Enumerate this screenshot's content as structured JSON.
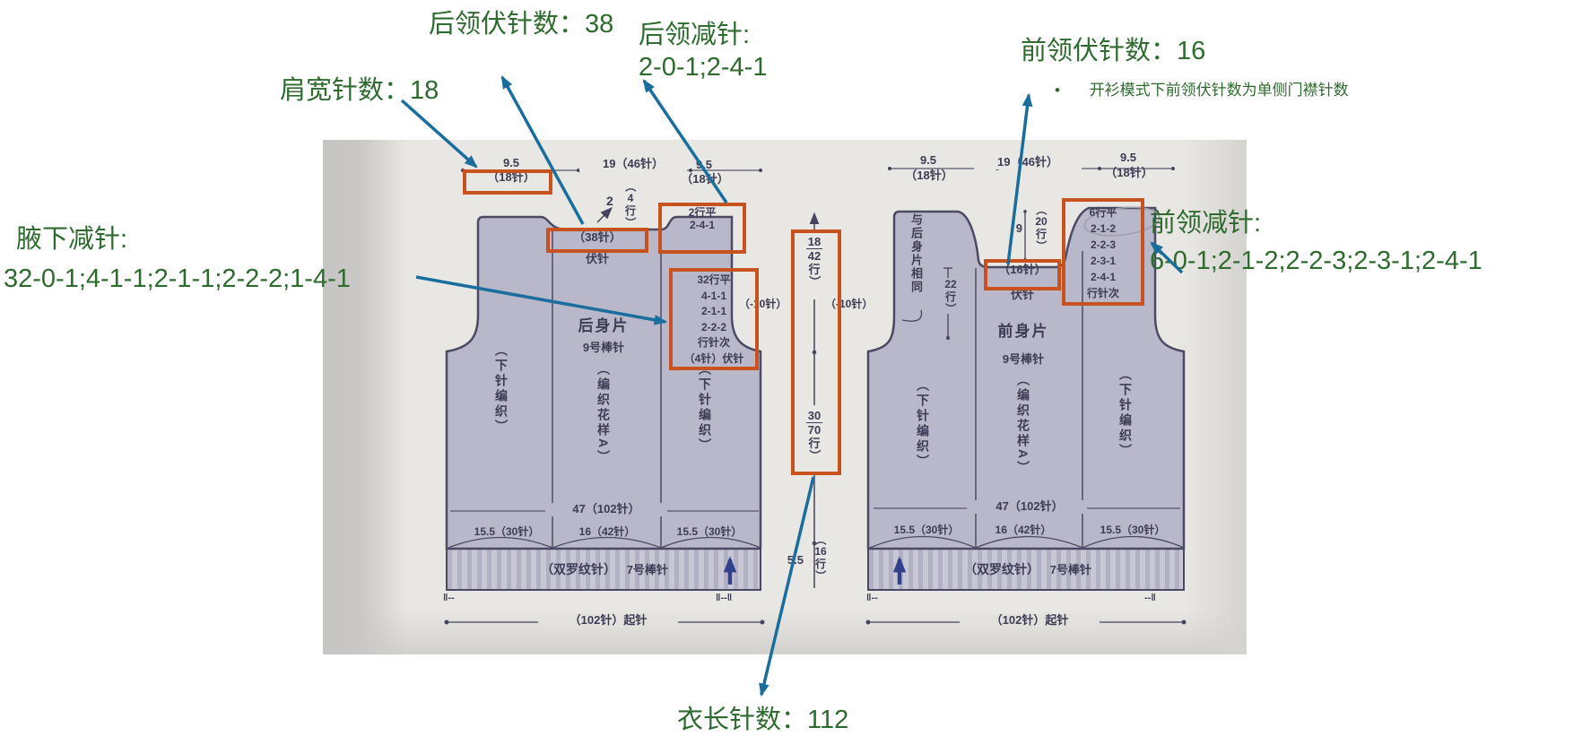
{
  "callouts": {
    "shoulder_width": "肩宽针数：18",
    "back_neck_bindoff": "后领伏针数：38",
    "back_neck_dec_title": "后领减针:",
    "back_neck_dec_value": "2-0-1;2-4-1",
    "front_neck_bindoff": "前领伏针数：16",
    "front_neck_note_bullet": "•",
    "front_neck_note": "开衫模式下前领伏针数为单侧门襟针数",
    "front_neck_dec_title": "前领减针:",
    "front_neck_dec_value": "6-0-1;2-1-2;2-2-3;2-3-1;2-4-1",
    "underarm_dec_title": "腋下减针:",
    "underarm_dec_value": "32-0-1;4-1-1;2-1-1;2-2-2;1-4-1",
    "body_length": "衣长针数：112"
  },
  "glyphs": {
    "open_paren": "（",
    "close_paren": "）"
  },
  "back": {
    "dim_left_cm": "9.5",
    "dim_left_sts": "（18针）",
    "dim_center": "19（46针）",
    "dim_right_cm": "9.5",
    "dim_right_sts": "（18针）",
    "slope_steps": "2",
    "slope_rows_num": "4",
    "slope_rows_unit": "行",
    "neck_sts": "（38针）",
    "neck_bindoff": "伏针",
    "shoulder_dec_1": "2行平",
    "shoulder_dec_2": "2-4-1",
    "armhole_dec": [
      "32行平",
      "4-1-1",
      "2-1-1",
      "2-2-2",
      "行针次",
      "（4针）伏针"
    ],
    "minus_sts": "（-10针）",
    "title": "后身片",
    "needle": "9号棒针",
    "col_left": "（下针编织）",
    "col_center": "（编织花样A）",
    "col_right": "（下针编织）",
    "dim_total": "47（102针）",
    "dim_bottom_left": "15.5（30针）",
    "dim_bottom_center": "16（42针）",
    "dim_bottom_right": "15.5（30针）",
    "rib_stitch": "（双罗纹针）",
    "rib_needle": "7号棒针",
    "mark_left": "‖--",
    "mark_right": "‖--‖",
    "caston": "（102针）起针"
  },
  "front": {
    "dim_left_cm": "9.5",
    "dim_left_sts": "（18针）",
    "dim_center": "19（46针）",
    "dim_right_cm": "9.5",
    "dim_right_sts": "（18针）",
    "same_as_back": "与后身片相同",
    "armhole_rows_num": "22",
    "armhole_rows_unit": "行",
    "neck_depth_cm": "9",
    "neck_rows_num": "20",
    "neck_rows_unit": "行",
    "neck_sts": "（16针）",
    "neck_bindoff": "伏针",
    "shoulder_dec": [
      "6行平",
      "2-1-2",
      "2-2-3",
      "2-3-1",
      "2-4-1",
      "行针次"
    ],
    "minus_sts": "（-10针）",
    "title": "前身片",
    "needle": "9号棒针",
    "col_left": "（下针编织）",
    "col_center": "（编织花样A）",
    "col_right": "（下针编织）",
    "dim_total": "47（102针）",
    "dim_bottom_left": "15.5（30针）",
    "dim_bottom_center": "16（42针）",
    "dim_bottom_right": "15.5（30针）",
    "rib_stitch": "（双罗纹针）",
    "rib_needle": "7号棒针",
    "mark_left": "‖--",
    "mark_right": "--‖",
    "caston": "（102针）起针"
  },
  "ruler": {
    "seg1_cm": "18",
    "seg1_rows": "42",
    "seg1_unit": "行",
    "seg2_cm": "30",
    "seg2_rows": "70",
    "seg2_unit": "行",
    "seg3_cm": "5.5",
    "seg3_rows": "16",
    "seg3_unit": "行"
  },
  "colors": {
    "accent_orange": "#c8521d",
    "accent_blue": "#1a6e9e",
    "accent_green": "#2e6b2e",
    "piece_fill": "#b9b8ca"
  }
}
